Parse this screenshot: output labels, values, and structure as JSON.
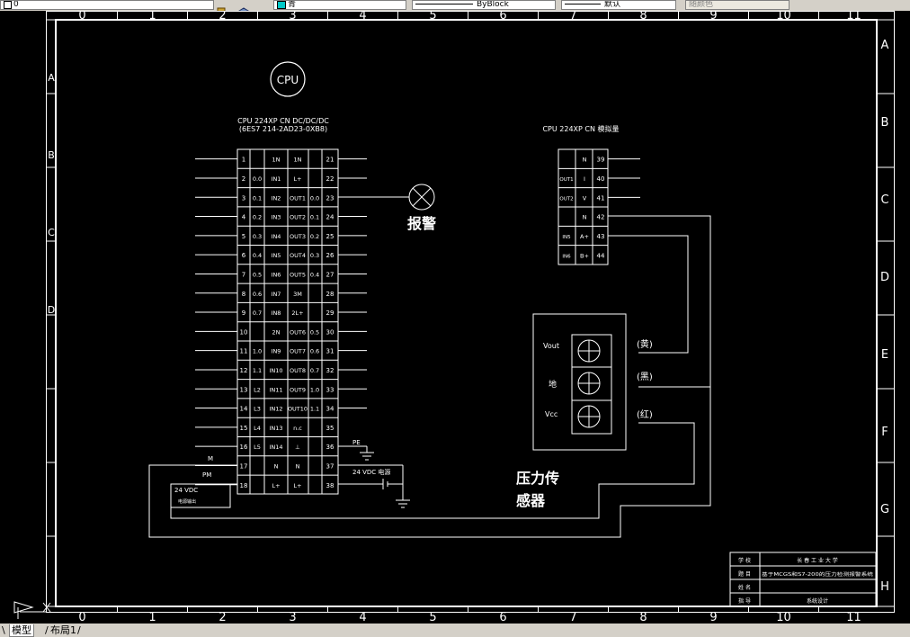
{
  "toolbar": {
    "layer_value": "0",
    "color_value": "青",
    "linetype_value": "ByBlock",
    "lineweight_value": "默认",
    "plotstyle_value": "随颜色"
  },
  "ruler": {
    "cols": [
      "0",
      "1",
      "2",
      "3",
      "4",
      "5",
      "6",
      "7",
      "8",
      "9",
      "10",
      "11"
    ],
    "rows": [
      "A",
      "B",
      "C",
      "D",
      "E",
      "F",
      "G",
      "H"
    ]
  },
  "cpu": {
    "bubble": "CPU",
    "title": "CPU 224XP CN DC/DC/DC",
    "subtitle": "(6ES7 214-2AD23-0XB8)",
    "left_nums": [
      "1",
      "2",
      "3",
      "4",
      "5",
      "6",
      "7",
      "8",
      "9",
      "10",
      "11",
      "12",
      "13",
      "14",
      "15",
      "16",
      "17",
      "18"
    ],
    "left_addr": [
      "",
      "0.0",
      "0.1",
      "0.2",
      "0.3",
      "0.4",
      "0.5",
      "0.6",
      "0.7",
      "",
      "1.0",
      "1.1",
      "L2",
      "L3",
      "L4",
      "L5",
      "",
      ""
    ],
    "left_sig": [
      "1N",
      "IN1",
      "IN2",
      "IN3",
      "IN4",
      "IN5",
      "IN6",
      "IN7",
      "IN8",
      "2N",
      "IN9",
      "IN10",
      "IN11",
      "IN12",
      "IN13",
      "IN14",
      "N",
      "L+"
    ],
    "right_sig": [
      "1N",
      "L+",
      "OUT1",
      "OUT2",
      "OUT3",
      "OUT4",
      "OUT5",
      "3M",
      "2L+",
      "OUT6",
      "OUT7",
      "OUT8",
      "OUT9",
      "OUT10",
      "n.c",
      "⊥",
      "N",
      "L+"
    ],
    "right_addr": [
      "",
      "",
      "0.0",
      "0.1",
      "0.2",
      "0.3",
      "0.4",
      "",
      "",
      "0.5",
      "0.6",
      "0.7",
      "1.0",
      "1.1",
      "",
      "",
      "",
      ""
    ],
    "right_nums": [
      "21",
      "22",
      "23",
      "24",
      "25",
      "26",
      "27",
      "28",
      "29",
      "30",
      "31",
      "32",
      "33",
      "34",
      "35",
      "36",
      "37",
      "38"
    ]
  },
  "analog": {
    "title": "CPU 224XP CN 模拟量",
    "rows": [
      {
        "outer": "",
        "sig": "N",
        "num": "39"
      },
      {
        "outer": "OUT1",
        "sig": "I",
        "num": "40"
      },
      {
        "outer": "OUT2",
        "sig": "V",
        "num": "41"
      },
      {
        "outer": "",
        "sig": "N",
        "num": "42"
      },
      {
        "outer": "IN5",
        "sig": "A+",
        "num": "43"
      },
      {
        "outer": "IN6",
        "sig": "B+",
        "num": "44"
      }
    ]
  },
  "labels": {
    "alarm": "报警",
    "m": "M",
    "pm": "PM",
    "pe": "PE",
    "vdc_left": "24 VDC",
    "vdc_left_sub": "电源输出",
    "vdc_right": "24 VDC 电源",
    "sensor_line1": "压力传",
    "sensor_line2": "感器",
    "vout": "Vout",
    "vcc": "Vcc",
    "gnd_char": "地",
    "wire_yellow": "(黄)",
    "wire_black": "(黑)",
    "wire_red": "(红)"
  },
  "titleblock": {
    "r1_label": "学 校",
    "r1_value": "长 春 工 业 大 学",
    "r2_label": "题 目",
    "r2_value": "基于MCGS和S7-200的压力检测报警系统",
    "r3_label": "姓 名",
    "r3_value": "",
    "r4_label": "指 导",
    "r4_value": "系统设计"
  },
  "tabs": {
    "model": "模型",
    "layout1": "布局1"
  },
  "colors": {
    "background": "#000000",
    "lines": "#ffffff",
    "ui": "#d4d0c8"
  }
}
